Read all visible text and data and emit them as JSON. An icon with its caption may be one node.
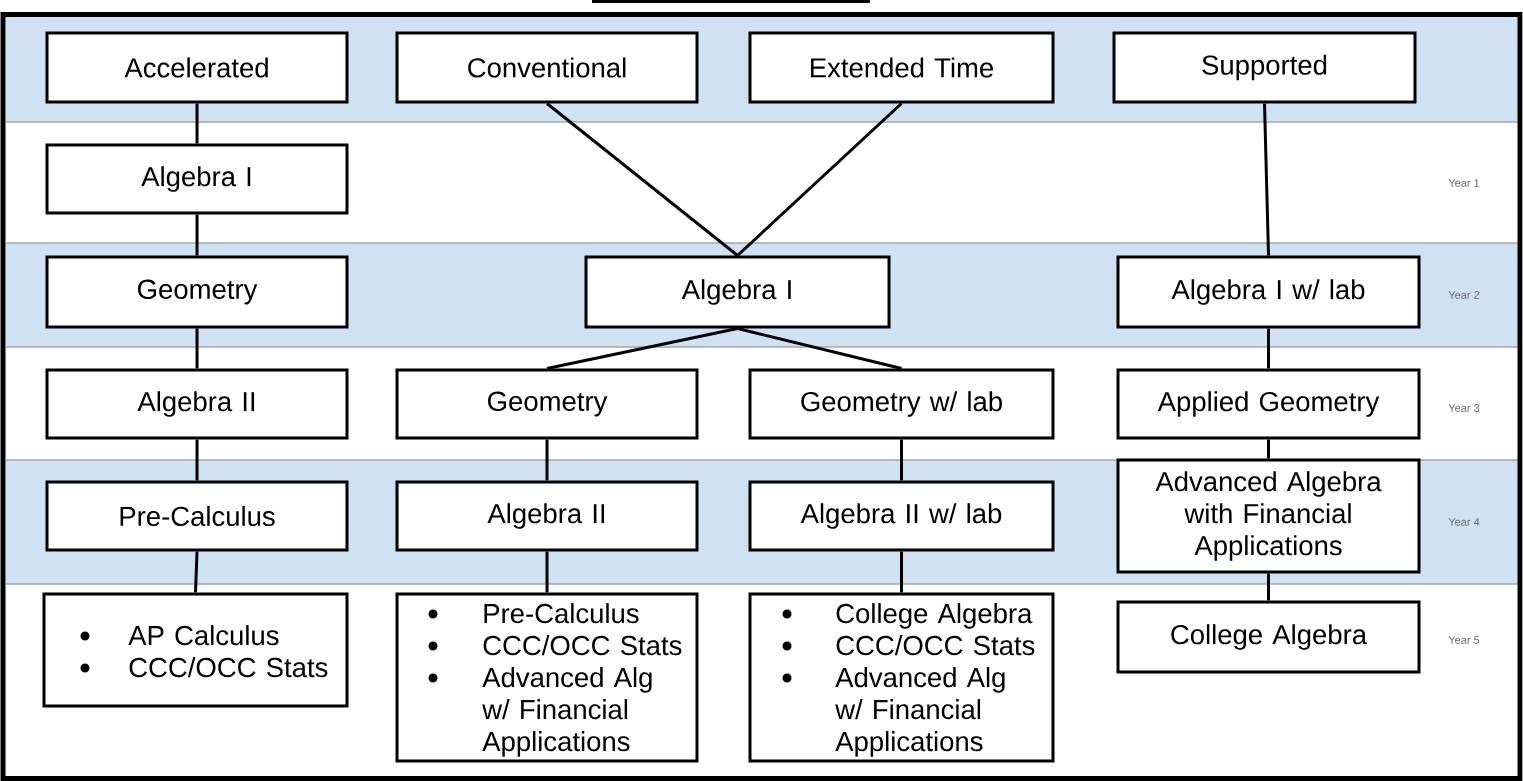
{
  "diagram": {
    "nodes": [
      {
        "text": [
          "Accelerated"
        ]
      },
      {
        "text": [
          "Conventional"
        ]
      },
      {
        "text": [
          "Extended Time"
        ]
      },
      {
        "text": [
          "Supported"
        ]
      },
      {
        "text": [
          "Algebra I"
        ]
      },
      {
        "text": [
          "Geometry"
        ]
      },
      {
        "text": [
          "Algebra I"
        ]
      },
      {
        "text": [
          "Algebra I w/ lab"
        ]
      },
      {
        "text": [
          "Algebra II"
        ]
      },
      {
        "text": [
          "Geometry"
        ]
      },
      {
        "text": [
          "Geometry w/ lab"
        ]
      },
      {
        "text": [
          "Applied Geometry"
        ]
      },
      {
        "text": [
          "Pre-Calculus"
        ]
      },
      {
        "text": [
          "Algebra II"
        ]
      },
      {
        "text": [
          "Algebra II w/ lab"
        ]
      },
      {
        "text": [
          "Advanced Algebra with Financial Applications"
        ]
      },
      {
        "text": [
          "AP Calculus",
          "CCC/OCC Stats"
        ]
      },
      {
        "text": [
          "Pre-Calculus",
          "CCC/OCC Stats",
          "Advanced Alg w/ Financial Applications"
        ]
      },
      {
        "text": [
          "College Algebra",
          "CCC/OCC Stats",
          "Advanced Alg w/ Financial Applications"
        ]
      },
      {
        "text": [
          "College Algebra"
        ]
      }
    ],
    "edges": [
      {
        "from": 0,
        "to": 4,
        "arrow": "none"
      },
      {
        "from": 4,
        "to": 5,
        "arrow": "none"
      },
      {
        "from": 5,
        "to": 8,
        "arrow": "none"
      },
      {
        "from": 8,
        "to": 12,
        "arrow": "none"
      },
      {
        "from": 12,
        "to": 16,
        "arrow": "none"
      },
      {
        "from": 1,
        "to": 6,
        "arrow": "none"
      },
      {
        "from": 2,
        "to": 6,
        "arrow": "none"
      },
      {
        "from": 6,
        "to": 9,
        "arrow": "none"
      },
      {
        "from": 6,
        "to": 10,
        "arrow": "none"
      },
      {
        "from": 9,
        "to": 13,
        "arrow": "none"
      },
      {
        "from": 13,
        "to": 17,
        "arrow": "none"
      },
      {
        "from": 10,
        "to": 14,
        "arrow": "none"
      },
      {
        "from": 14,
        "to": 18,
        "arrow": "none"
      },
      {
        "from": 3,
        "to": 7,
        "arrow": "none"
      },
      {
        "from": 7,
        "to": 11,
        "arrow": "none"
      },
      {
        "from": 11,
        "to": 15,
        "arrow": "none"
      },
      {
        "from": 15,
        "to": 19,
        "arrow": "none"
      }
    ],
    "labels": [
      "Year 1",
      "Year 2",
      "Year 3",
      "Year 4",
      "Year 5"
    ]
  }
}
